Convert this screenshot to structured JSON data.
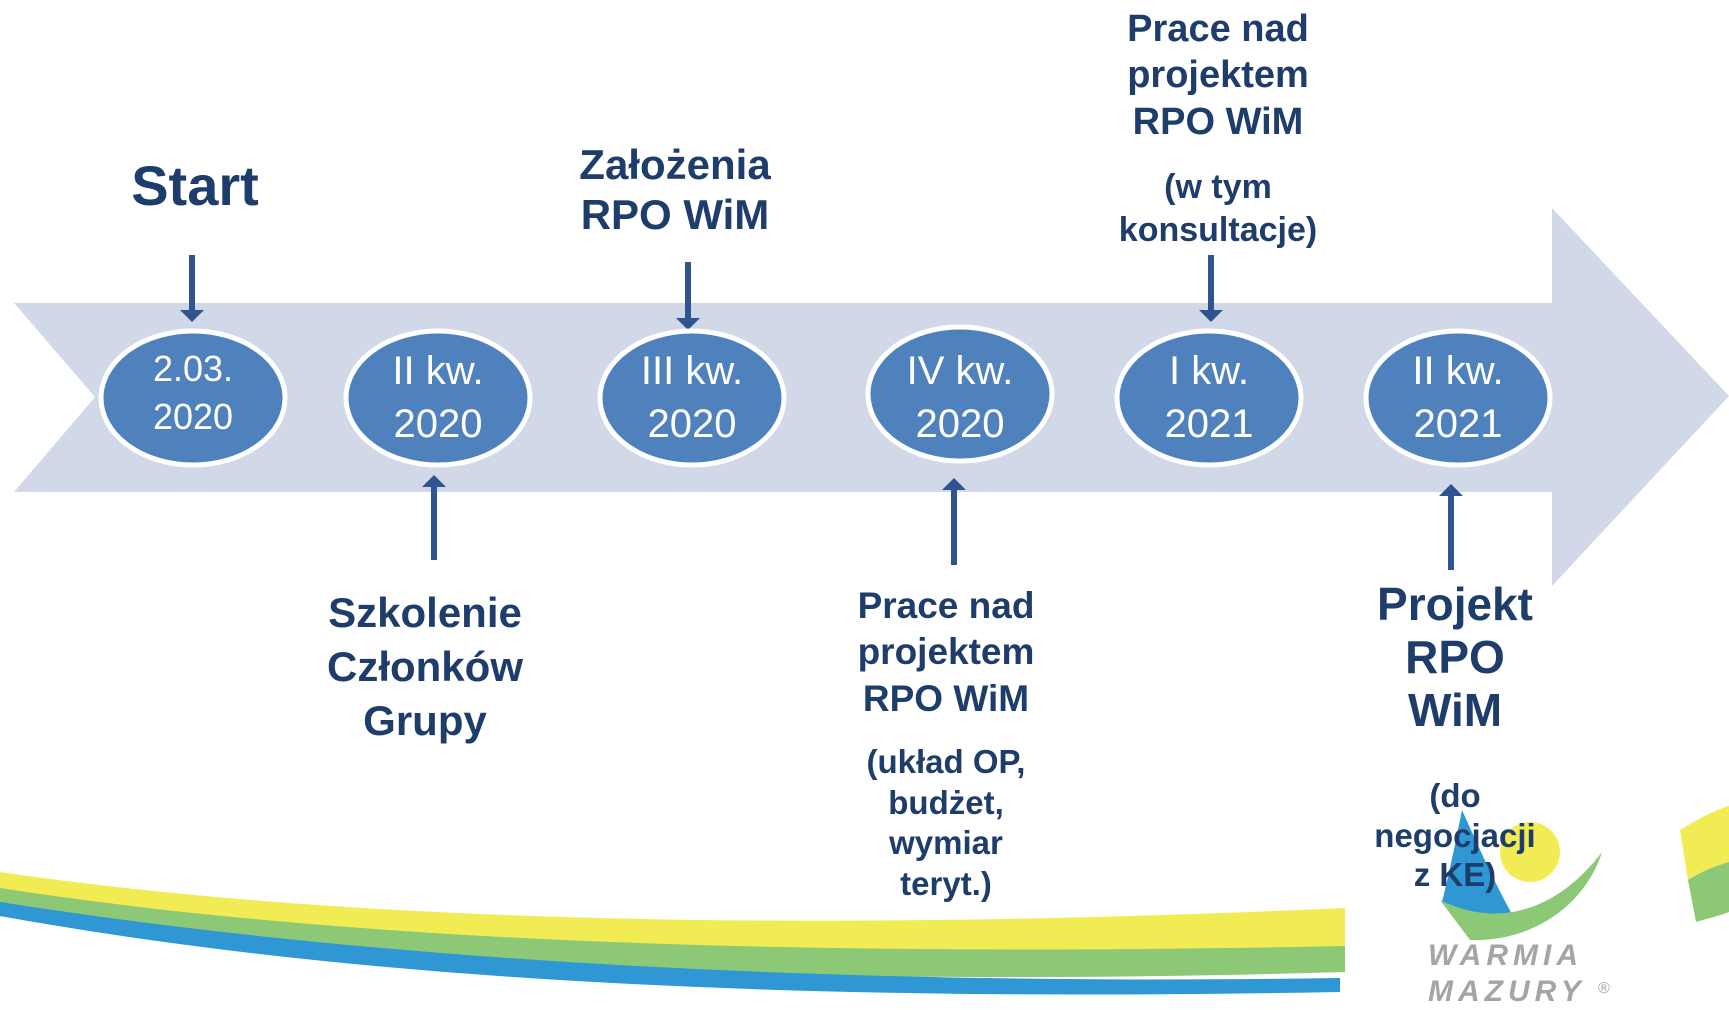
{
  "colors": {
    "band": "#d1d8e8",
    "node_fill": "#4f81bd",
    "node_stroke": "#ffffff",
    "arrow": "#2f5490",
    "label_text": "#1f3d6b",
    "ribbon_yellow": "#f2ec54",
    "ribbon_green": "#8dc877",
    "ribbon_blue": "#2e97d4"
  },
  "timeline": {
    "nodes": [
      {
        "id": "n1",
        "text": "2.03.\n2020"
      },
      {
        "id": "n2",
        "text": "II kw.\n2020"
      },
      {
        "id": "n3",
        "text": "III kw.\n2020"
      },
      {
        "id": "n4",
        "text": "IV kw.\n2020"
      },
      {
        "id": "n5",
        "text": "I kw.\n2021"
      },
      {
        "id": "n6",
        "text": "II kw.\n2021"
      }
    ],
    "labels_above": [
      {
        "title": "Start"
      },
      {
        "title": "Założenia\nRPO WiM"
      },
      {
        "title": "Prace nad\nprojektem\nRPO WiM",
        "note": "(w tym\nkonsultacje)"
      }
    ],
    "labels_below": [
      {
        "title": "Szkolenie\nCzłonków\nGrupy"
      },
      {
        "title": "Prace nad\nprojektem\nRPO WiM",
        "note": "(układ OP,\nbudżet,\nwymiar\nteryt.)"
      },
      {
        "title": "Projekt\nRPO\nWiM",
        "note": "(do\nnegocjacji\nz KE)"
      }
    ]
  },
  "logo": {
    "icon": "warmia-mazury-sail-logo",
    "text": "WARMIA\nMAZURY",
    "mark": "®"
  }
}
